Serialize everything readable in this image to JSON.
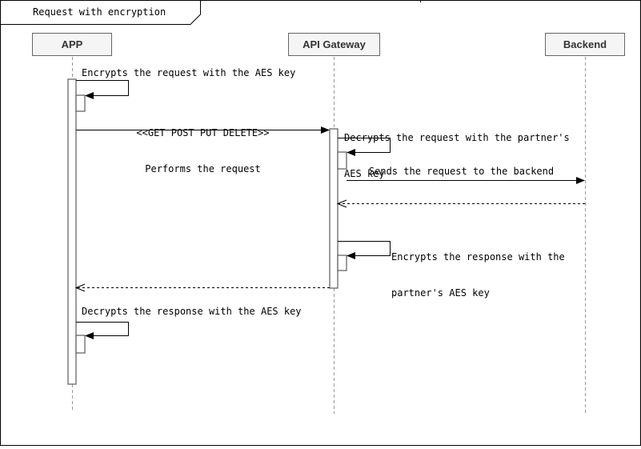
{
  "frame": {
    "title": "Request with encryption"
  },
  "participants": [
    {
      "label": "APP"
    },
    {
      "label": "API Gateway"
    },
    {
      "label": "Backend"
    }
  ],
  "messages": {
    "encrypt_request": {
      "text": "Encrypts the request with the AES key"
    },
    "perform_request": {
      "line1": "<<GET POST PUT DELETE>>",
      "line2": "Performs the request"
    },
    "decrypt_request": {
      "line1": "Decrypts the request with the partner's",
      "line2": "AES key"
    },
    "send_backend": {
      "text": "Sends the request to the backend"
    },
    "encrypt_response": {
      "line1": "Encrypts the response with the",
      "line2": "partner's AES key"
    },
    "decrypt_response": {
      "text": "Decrypts the response with the AES key"
    }
  },
  "colors": {
    "background": "#ffffff",
    "frame_border": "#000000",
    "participant_fill": "#f5f5f5",
    "participant_border": "#666666",
    "participant_text": "#333333",
    "lifeline": "#999999",
    "activation_border": "#666666",
    "activation_fill": "#ffffff",
    "message_line": "#000000",
    "message_text": "#000000"
  }
}
